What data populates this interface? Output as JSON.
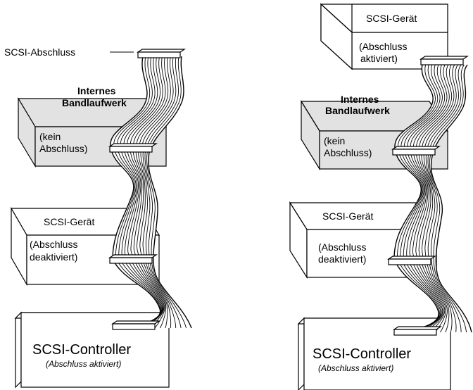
{
  "left": {
    "terminator_label": "SCSI-Abschluss",
    "tape": {
      "title_line1": "Internes",
      "title_line2": "Bandlaufwerk",
      "status_line1": "(kein",
      "status_line2": "Abschluss)"
    },
    "device": {
      "title": "SCSI-Gerät",
      "status_line1": "(Abschluss",
      "status_line2": "deaktiviert)"
    },
    "controller": {
      "title": "SCSI-Controller",
      "status": "(Abschluss aktiviert)"
    }
  },
  "right": {
    "top_device": {
      "title": "SCSI-Gerät",
      "status_line1": "(Abschluss",
      "status_line2": "aktiviert)"
    },
    "tape": {
      "title_line1": "Internes",
      "title_line2": "Bandlaufwerk",
      "status_line1": "(kein",
      "status_line2": "Abschluss)"
    },
    "device": {
      "title": "SCSI-Gerät",
      "status_line1": "(Abschluss",
      "status_line2": "deaktiviert)"
    },
    "controller": {
      "title": "SCSI-Controller",
      "status": "(Abschluss aktiviert)"
    }
  }
}
